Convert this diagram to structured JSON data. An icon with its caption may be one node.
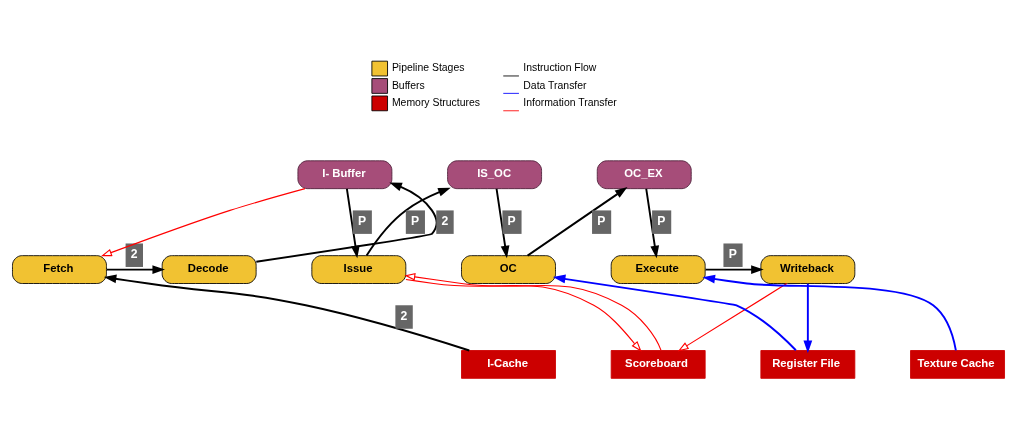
{
  "diagram": {
    "nodes": [
      {
        "text": [
          "Fetch"
        ]
      },
      {
        "text": [
          "Decode"
        ]
      },
      {
        "text": [
          "I- Buffer"
        ]
      },
      {
        "text": [
          "Issue"
        ]
      },
      {
        "text": [
          "IS_OC"
        ]
      },
      {
        "text": [
          "OC"
        ]
      },
      {
        "text": [
          "OC_EX"
        ]
      },
      {
        "text": [
          "Execute"
        ]
      },
      {
        "text": [
          "Writeback"
        ]
      },
      {
        "text": [
          "I-Cache"
        ]
      },
      {
        "text": [
          "Scoreboard"
        ]
      },
      {
        "text": [
          "Register File"
        ]
      },
      {
        "text": [
          "Texture Cache"
        ]
      }
    ],
    "edges": [
      {
        "from": 9,
        "to": 0,
        "arrow": "to",
        "label": "2"
      },
      {
        "from": 0,
        "to": 1,
        "arrow": "to",
        "label": "2"
      },
      {
        "from": 1,
        "to": 2,
        "arrow": "to",
        "label": "2"
      },
      {
        "from": 2,
        "to": 0,
        "arrow": "to",
        "color": "#ff0000"
      },
      {
        "from": 2,
        "to": 3,
        "arrow": "to",
        "label": "P"
      },
      {
        "from": 3,
        "to": 4,
        "arrow": "to",
        "label": "P"
      },
      {
        "from": 4,
        "to": 5,
        "arrow": "to",
        "label": "P"
      },
      {
        "from": 5,
        "to": 6,
        "arrow": "to",
        "label": "P"
      },
      {
        "from": 6,
        "to": 7,
        "arrow": "to",
        "label": "P"
      },
      {
        "from": 7,
        "to": 8,
        "arrow": "to",
        "label": "P"
      },
      {
        "from": 10,
        "to": 3,
        "arrow": "to",
        "color": "#ff0000"
      },
      {
        "from": 3,
        "to": 10,
        "arrow": "to",
        "color": "#ff0000"
      },
      {
        "from": 11,
        "to": 5,
        "arrow": "to",
        "color": "#0000ff"
      },
      {
        "from": 12,
        "to": 7,
        "arrow": "to",
        "color": "#0000ff"
      },
      {
        "from": 8,
        "to": 11,
        "arrow": "to",
        "color": "#0000ff"
      },
      {
        "from": 8,
        "to": 10,
        "arrow": "to",
        "color": "#ff0000"
      }
    ],
    "legend": [
      {
        "text": "Pipeline Stages",
        "color": "#f1c232"
      },
      {
        "text": "Buffers",
        "color": "#a64d79"
      },
      {
        "text": "Memory Structures",
        "color": "#cc0000"
      },
      {
        "text": "Instruction Flow"
      },
      {
        "text": "Data Transfer"
      },
      {
        "text": "Information Transfer"
      }
    ]
  }
}
